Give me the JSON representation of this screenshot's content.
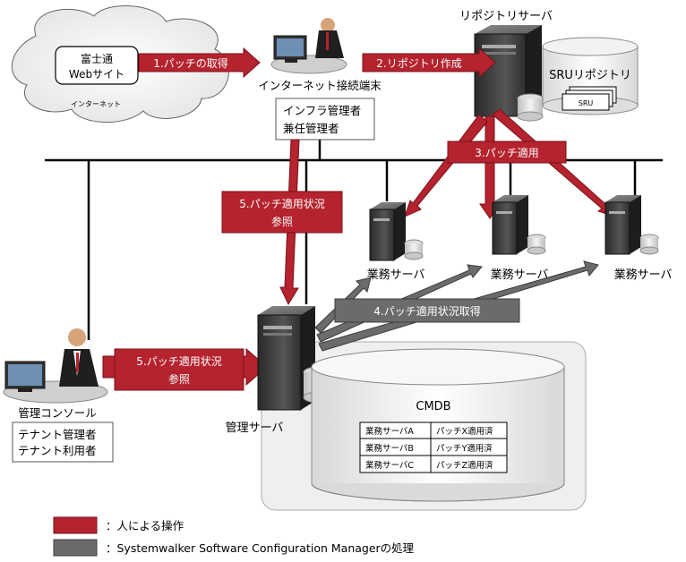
{
  "cloud": {
    "site_line1": "富士通",
    "site_line2": "Webサイト",
    "internet": "インターネット"
  },
  "internet_terminal": {
    "label": "インターネット接続端末",
    "role_line1": "インフラ管理者",
    "role_line2": "兼任管理者"
  },
  "repository_server": {
    "label": "リポジトリサーバ",
    "sru_repository": "SRUリポジトリ",
    "sru": "SRU"
  },
  "steps": {
    "step1": "1.パッチの取得",
    "step2": "2.リポジトリ作成",
    "step3": "3.パッチ適用",
    "step4": "4.パッチ適用状況取得",
    "step5_line1": "5.パッチ適用状況",
    "step5_line2": "参照"
  },
  "business_servers": [
    {
      "label": "業務サーバ"
    },
    {
      "label": "業務サーバ"
    },
    {
      "label": "業務サーバ"
    }
  ],
  "management_server": {
    "label": "管理サーバ"
  },
  "console": {
    "label": "管理コンソール",
    "role_line1": "テナント管理者",
    "role_line2": "テナント利用者"
  },
  "cmdb": {
    "title": "CMDB",
    "rows": [
      {
        "server": "業務サーバA",
        "status": "パッチX適用済"
      },
      {
        "server": "業務サーバB",
        "status": "パッチY適用済"
      },
      {
        "server": "業務サーバC",
        "status": "パッチZ適用済"
      }
    ]
  },
  "legend": {
    "human": "：人による操作",
    "system": "：Systemwalker Software Configuration Managerの処理"
  },
  "colors": {
    "human_op": "#b4232e",
    "system_op": "#6b6b6b",
    "server_dark": "#3b3b3b"
  }
}
